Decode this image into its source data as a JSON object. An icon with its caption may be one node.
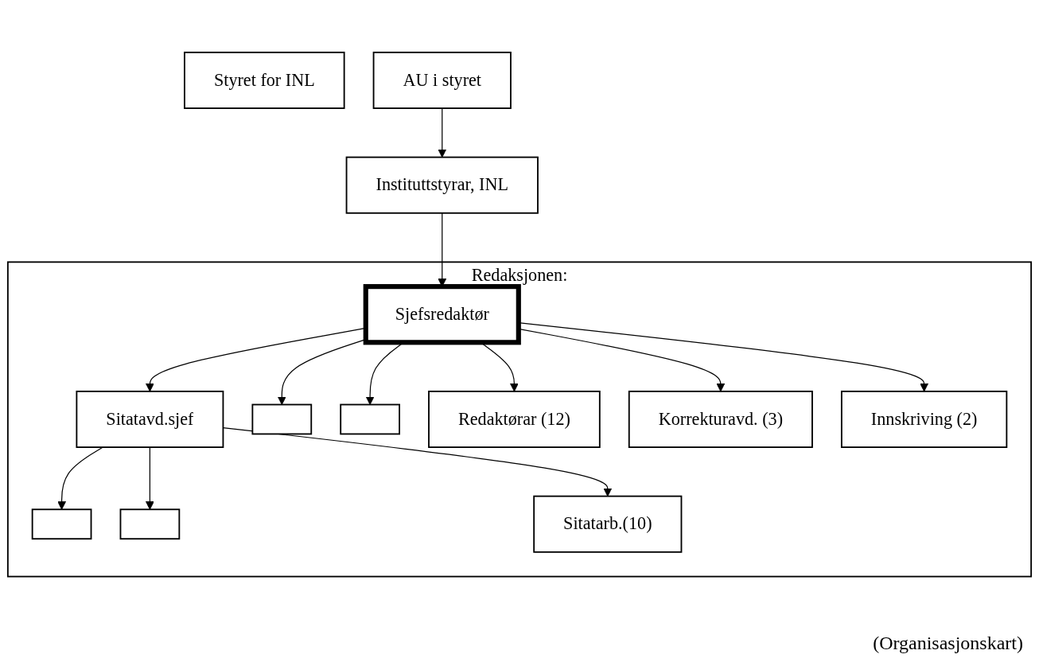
{
  "diagram": {
    "caption": "(Organisasjonskart)",
    "nodes": [
      {
        "text": [
          "Styret for INL"
        ]
      },
      {
        "text": [
          "AU i styret"
        ]
      },
      {
        "text": [
          "Instituttstyrar, INL"
        ]
      },
      {
        "text": [
          "Redaksjonen:"
        ]
      },
      {
        "text": [
          "Sjefsredaktør"
        ],
        "in": 3
      },
      {
        "text": [
          "Sitatavd.sjef"
        ],
        "in": 3
      },
      {
        "text": [],
        "shape": "box",
        "in": 3
      },
      {
        "text": [],
        "shape": "box",
        "in": 3
      },
      {
        "text": [
          "Redaktørar (12)"
        ],
        "in": 3
      },
      {
        "text": [
          "Korrekturavd. (3)"
        ],
        "in": 3
      },
      {
        "text": [
          "Innskriving (2)"
        ],
        "in": 3
      },
      {
        "text": [],
        "shape": "box",
        "in": 3
      },
      {
        "text": [],
        "shape": "box",
        "in": 3
      },
      {
        "text": [
          "Sitatarb.(10)"
        ],
        "in": 3
      }
    ],
    "edges": [
      {
        "from": 1,
        "to": 2,
        "arrow": "to"
      },
      {
        "from": 2,
        "to": 4,
        "arrow": "to"
      },
      {
        "from": 4,
        "to": 5,
        "arrow": "to"
      },
      {
        "from": 4,
        "to": 8,
        "arrow": "to"
      },
      {
        "from": 4,
        "to": 7,
        "arrow": "to"
      },
      {
        "from": 4,
        "to": 6,
        "arrow": "to"
      },
      {
        "from": 4,
        "to": 9,
        "arrow": "to"
      },
      {
        "from": 4,
        "to": 10,
        "arrow": "to"
      },
      {
        "from": 5,
        "to": 13,
        "arrow": "to"
      },
      {
        "from": 5,
        "to": 12,
        "arrow": "to"
      },
      {
        "from": 5,
        "to": 11,
        "arrow": "to"
      }
    ]
  }
}
